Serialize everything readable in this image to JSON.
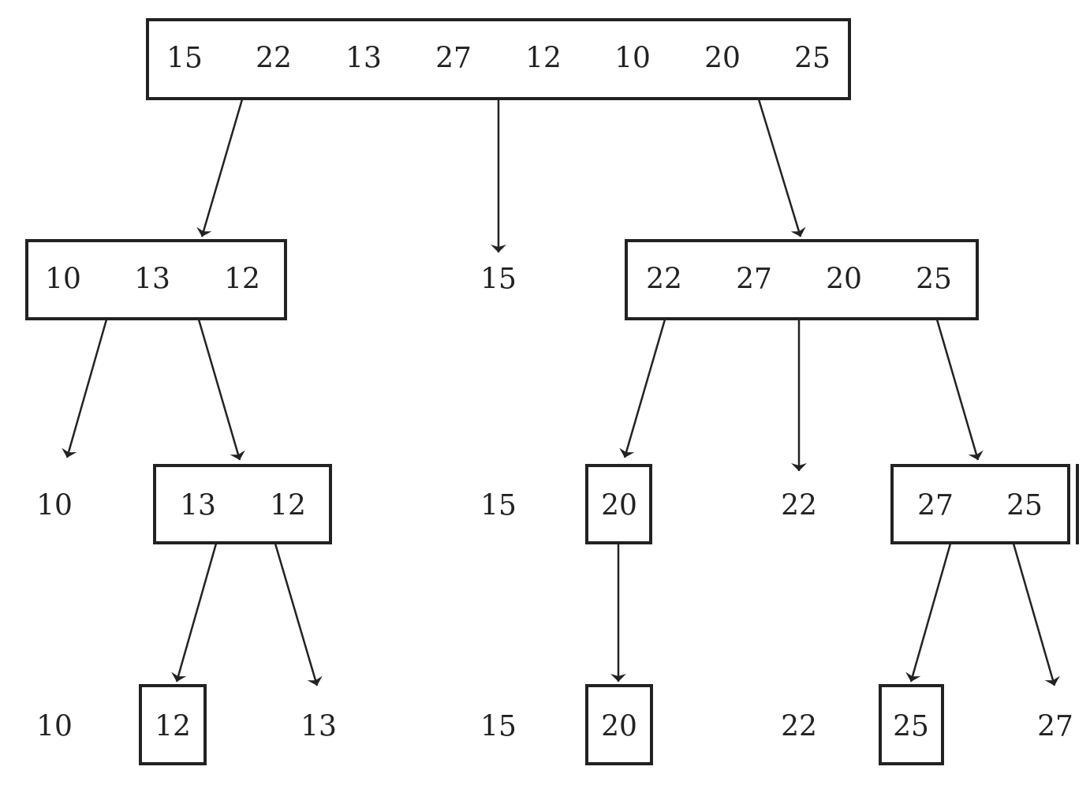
{
  "diagram": {
    "level0": {
      "box": [
        "15",
        "22",
        "13",
        "27",
        "12",
        "10",
        "20",
        "25"
      ]
    },
    "level1": {
      "left_box": [
        "10",
        "13",
        "12"
      ],
      "pivot": "15",
      "right_box": [
        "22",
        "27",
        "20",
        "25"
      ]
    },
    "level2": {
      "left_single": "10",
      "left_box": [
        "13",
        "12"
      ],
      "pivot": "15",
      "middle_box": [
        "20"
      ],
      "middle_single": "22",
      "right_box": [
        "27",
        "25"
      ]
    },
    "level3": {
      "values": [
        "10",
        "12",
        "13",
        "15",
        "20",
        "22",
        "25",
        "27"
      ],
      "boxed": [
        "12",
        "20",
        "25"
      ]
    }
  }
}
